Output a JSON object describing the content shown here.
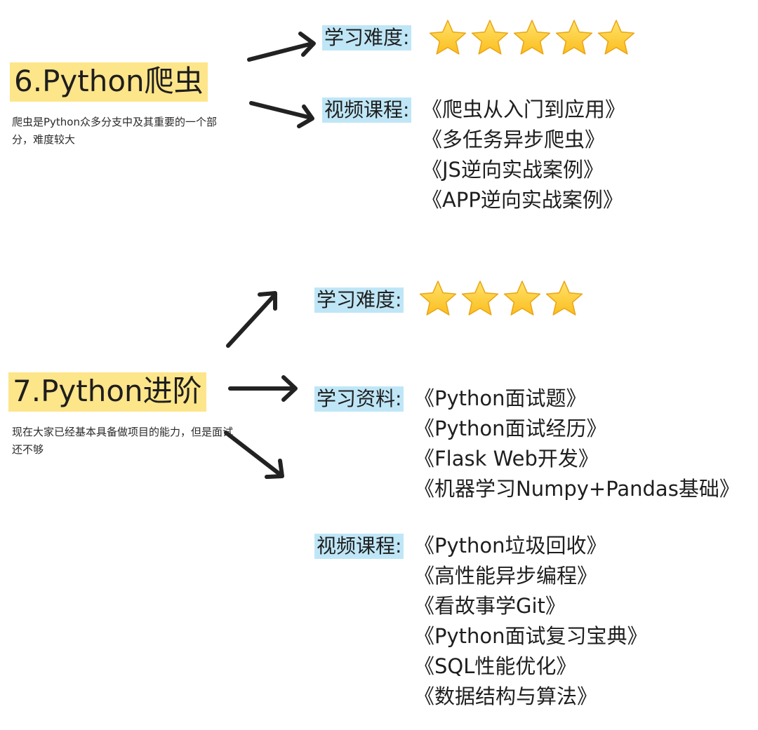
{
  "sections": [
    {
      "title": "6.Python爬虫",
      "description": "爬虫是Python众多分支中及其重要的一个部分，难度较大",
      "difficulty_label": "学习难度:",
      "difficulty_stars": 5,
      "video_label": "视频课程:",
      "video_courses": [
        "《爬虫从入门到应用》",
        "《多任务异步爬虫》",
        "《JS逆向实战案例》",
        "《APP逆向实战案例》"
      ]
    },
    {
      "title": "7.Python进阶",
      "description": "现在大家已经基本具备做项目的能力，但是面试还不够",
      "difficulty_label": "学习难度:",
      "difficulty_stars": 4,
      "materials_label": "学习资料:",
      "materials": [
        "《Python面试题》",
        "《Python面试经历》",
        "《Flask Web开发》",
        "《机器学习Numpy+Pandas基础》"
      ],
      "video_label": "视频课程:",
      "video_courses": [
        "《Python垃圾回收》",
        "《高性能异步编程》",
        "《看故事学Git》",
        "《Python面试复习宝典》",
        "《SQL性能优化》",
        "《数据结构与算法》"
      ]
    }
  ],
  "colors": {
    "title_highlight": "#fde58a",
    "tag_highlight": "#bfe6f6",
    "star": "#fbbd1e",
    "arrow": "#222222"
  }
}
